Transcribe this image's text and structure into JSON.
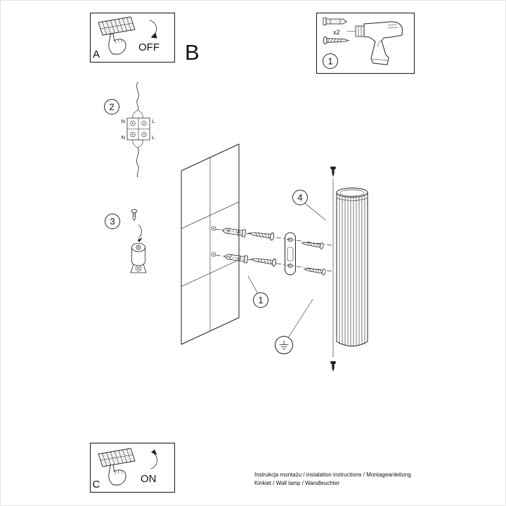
{
  "colors": {
    "ink": "#222222",
    "paper": "#ffffff"
  },
  "panel_a": {
    "label": "A",
    "state": "OFF"
  },
  "section_b": {
    "label": "B"
  },
  "tools_panel": {
    "step": "1",
    "quantity": "x2"
  },
  "steps": {
    "wiring": "2",
    "ground": "3",
    "screws": "1",
    "lamp": "4"
  },
  "wiring_labels": {
    "n_top": "N",
    "l_top": "L",
    "n_bottom": "N",
    "l_bottom": "L"
  },
  "panel_c": {
    "label": "C",
    "state": "ON"
  },
  "footer": {
    "line1": "Instrukcja montażu / instalation instructions / Montageanleitung",
    "line2": "Kinkiet / Wall lamp / Wandleuchter"
  }
}
